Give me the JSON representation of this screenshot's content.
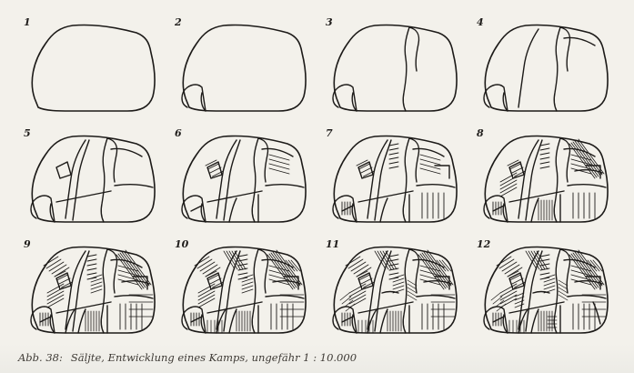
{
  "figure": {
    "panels": [
      {
        "number": "1",
        "stage": 1
      },
      {
        "number": "2",
        "stage": 2
      },
      {
        "number": "3",
        "stage": 3
      },
      {
        "number": "4",
        "stage": 4
      },
      {
        "number": "5",
        "stage": 5
      },
      {
        "number": "6",
        "stage": 6
      },
      {
        "number": "7",
        "stage": 7
      },
      {
        "number": "8",
        "stage": 8
      },
      {
        "number": "9",
        "stage": 9
      },
      {
        "number": "10",
        "stage": 10
      },
      {
        "number": "11",
        "stage": 11
      },
      {
        "number": "12",
        "stage": 12
      }
    ],
    "caption": {
      "label": "Abb. 38:",
      "text": "Säljte, Entwicklung eines Kamps, ungefähr 1 : 10.000"
    },
    "colors": {
      "line": "#1c1a18",
      "paper": "#f3f1eb"
    }
  }
}
